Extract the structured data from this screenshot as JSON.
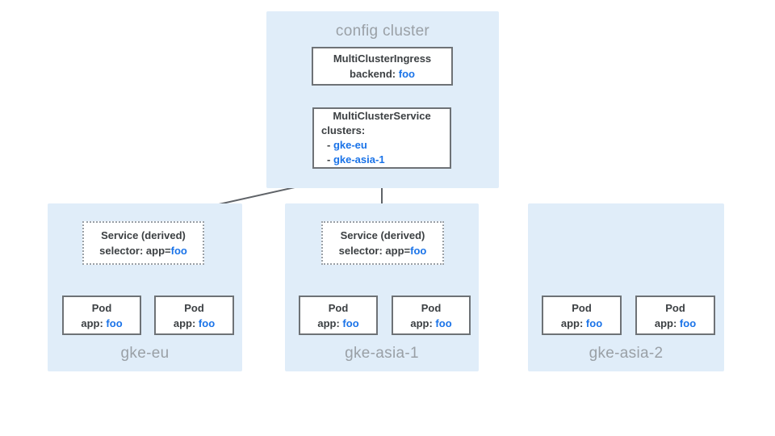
{
  "colors": {
    "panel_bg": "#E0EDF9",
    "box_bg": "#FFFFFF",
    "box_border": "#6E7276",
    "dotted_border": "#9AA0A6",
    "text_dark": "#3C4043",
    "label_gray": "#9AA0A6",
    "accent_blue": "#1A73E8",
    "arrow_dark": "#5F6368",
    "arrow_light": "#C3C7CB"
  },
  "config_cluster": {
    "label": "config cluster",
    "ingress": {
      "title": "MultiClusterIngress",
      "backend_prefix": "backend: ",
      "backend_value": "foo"
    },
    "service": {
      "title": "MultiClusterService",
      "clusters_label": "clusters:",
      "items": [
        {
          "dash": "- ",
          "name": "gke-eu"
        },
        {
          "dash": "- ",
          "name": "gke-asia-1"
        }
      ]
    }
  },
  "clusters": [
    {
      "name": "gke-eu",
      "service": {
        "title": "Service (derived)",
        "selector_prefix": "selector: app=",
        "selector_value": "foo"
      },
      "pods": [
        {
          "title": "Pod",
          "app_prefix": "app: ",
          "app_value": "foo"
        },
        {
          "title": "Pod",
          "app_prefix": "app: ",
          "app_value": "foo"
        }
      ]
    },
    {
      "name": "gke-asia-1",
      "service": {
        "title": "Service (derived)",
        "selector_prefix": "selector: app=",
        "selector_value": "foo"
      },
      "pods": [
        {
          "title": "Pod",
          "app_prefix": "app: ",
          "app_value": "foo"
        },
        {
          "title": "Pod",
          "app_prefix": "app: ",
          "app_value": "foo"
        }
      ]
    },
    {
      "name": "gke-asia-2",
      "pods": [
        {
          "title": "Pod",
          "app_prefix": "app: ",
          "app_value": "foo"
        },
        {
          "title": "Pod",
          "app_prefix": "app: ",
          "app_value": "foo"
        }
      ]
    }
  ]
}
